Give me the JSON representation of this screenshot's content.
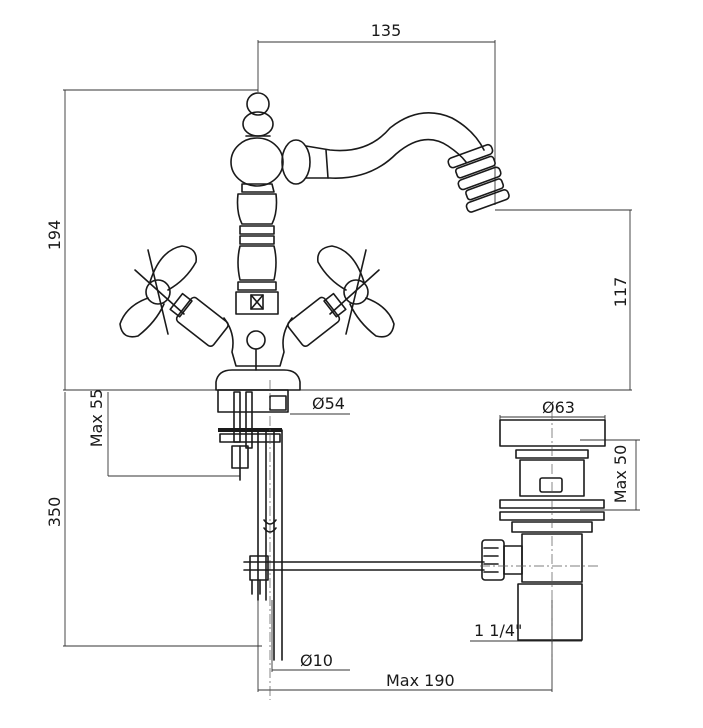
{
  "dimensions": {
    "width_top": "135",
    "height_left": "194",
    "spout_height": "117",
    "max_55": "Max 55",
    "diam_54": "Ø54",
    "diam_63": "Ø63",
    "max_50": "Max 50",
    "length_350": "350",
    "thread": "1 1/4\"",
    "diam_10": "Ø10",
    "max_190": "Max 190"
  }
}
